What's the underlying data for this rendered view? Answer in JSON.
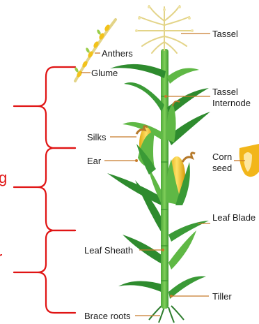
{
  "diagram": {
    "labels": {
      "anthers": "Anthers",
      "glume": "Glume",
      "tassel": "Tassel",
      "tassel_internode_1": "Tassel",
      "tassel_internode_2": "Internode",
      "silks": "Silks",
      "ear": "Ear",
      "corn_seed_1": "Corn",
      "corn_seed_2": "seed",
      "leaf_blade": "Leaf Blade",
      "leaf_sheath": "Leaf Sheath",
      "tiller": "Tiller",
      "brace_roots": "Brace roots"
    },
    "edge_fragments": {
      "upper": "g",
      "lower": "r"
    },
    "colors": {
      "bracket": "#e01414",
      "leaf_dark": "#2e8b2e",
      "leaf_light": "#5fb845",
      "stalk": "#6cc04a",
      "tassel": "#e9dd9a",
      "kernel": "#f2c21a",
      "silk": "#b5792a",
      "leader": "#c87a2a"
    }
  }
}
